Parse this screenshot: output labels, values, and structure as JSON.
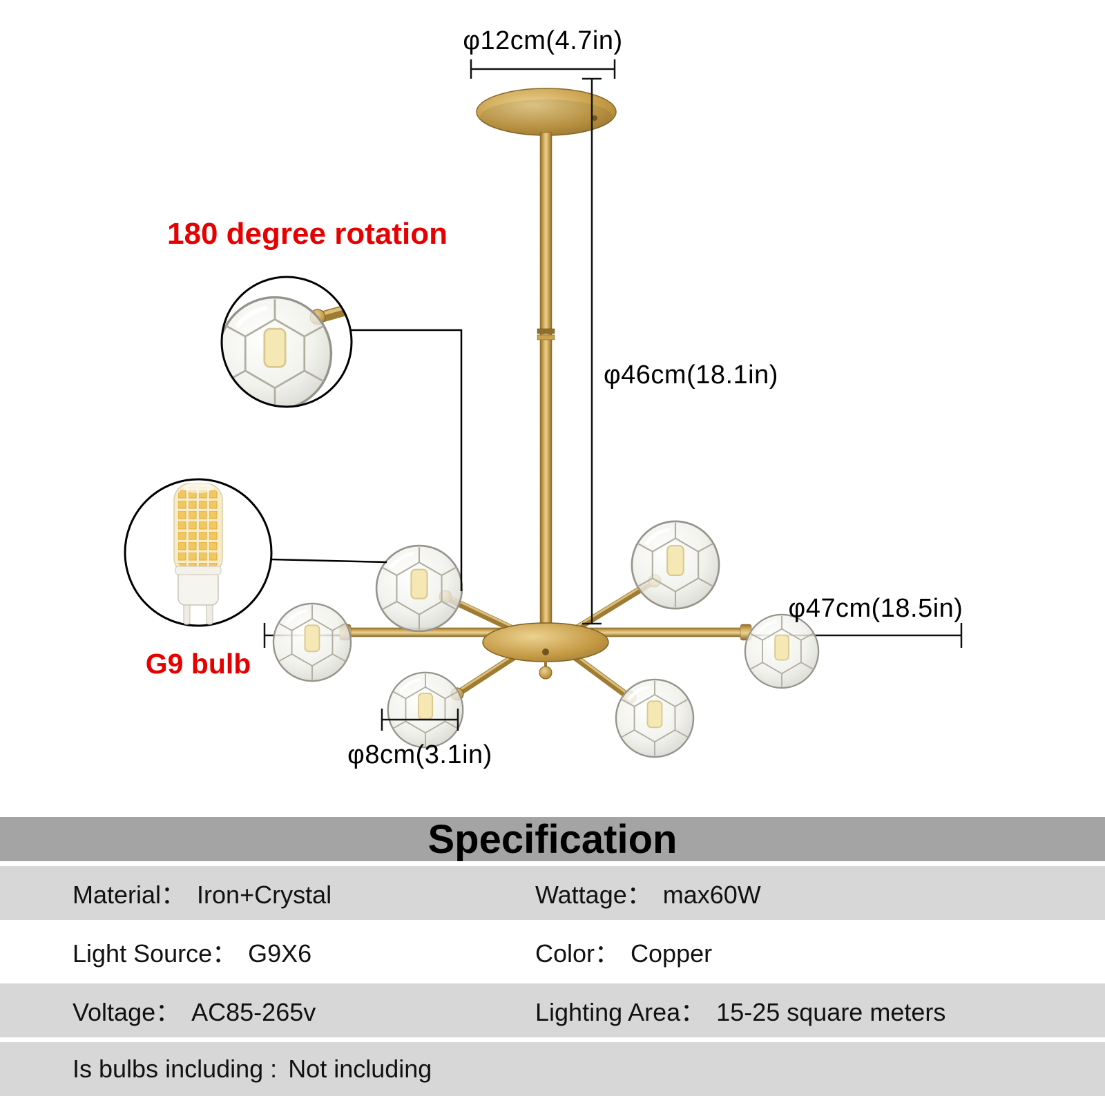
{
  "diagram": {
    "dimension_labels": {
      "canopy_diameter": "φ12cm(4.7in)",
      "rod_height": "φ46cm(18.1in)",
      "fixture_width": "φ47cm(18.5in)",
      "ball_diameter": "φ8cm(3.1in)"
    },
    "annotations": {
      "rotation_note": "180 degree rotation",
      "bulb_note": "G9 bulb"
    },
    "colors": {
      "brass": "#c49a45",
      "brass_dark": "#8a6827",
      "brass_light": "#ecd291",
      "annotation_red": "#e60000",
      "dimension_line": "#111111",
      "header_gray": "#a4a4a4",
      "row_gray": "#d7d7d7"
    }
  },
  "specification": {
    "title": "Specification",
    "rows": [
      {
        "left_label": "Material：",
        "left_value": "Iron+Crystal",
        "right_label": "Wattage：",
        "right_value": "max60W"
      },
      {
        "left_label": "Light Source：",
        "left_value": "G9X6",
        "right_label": "Color：",
        "right_value": "Copper"
      },
      {
        "left_label": "Voltage：",
        "left_value": "AC85-265v",
        "right_label": "Lighting Area：",
        "right_value": "15-25 square meters"
      },
      {
        "left_label": "Is bulbs including :",
        "left_value": "Not including",
        "right_label": "",
        "right_value": ""
      }
    ]
  }
}
